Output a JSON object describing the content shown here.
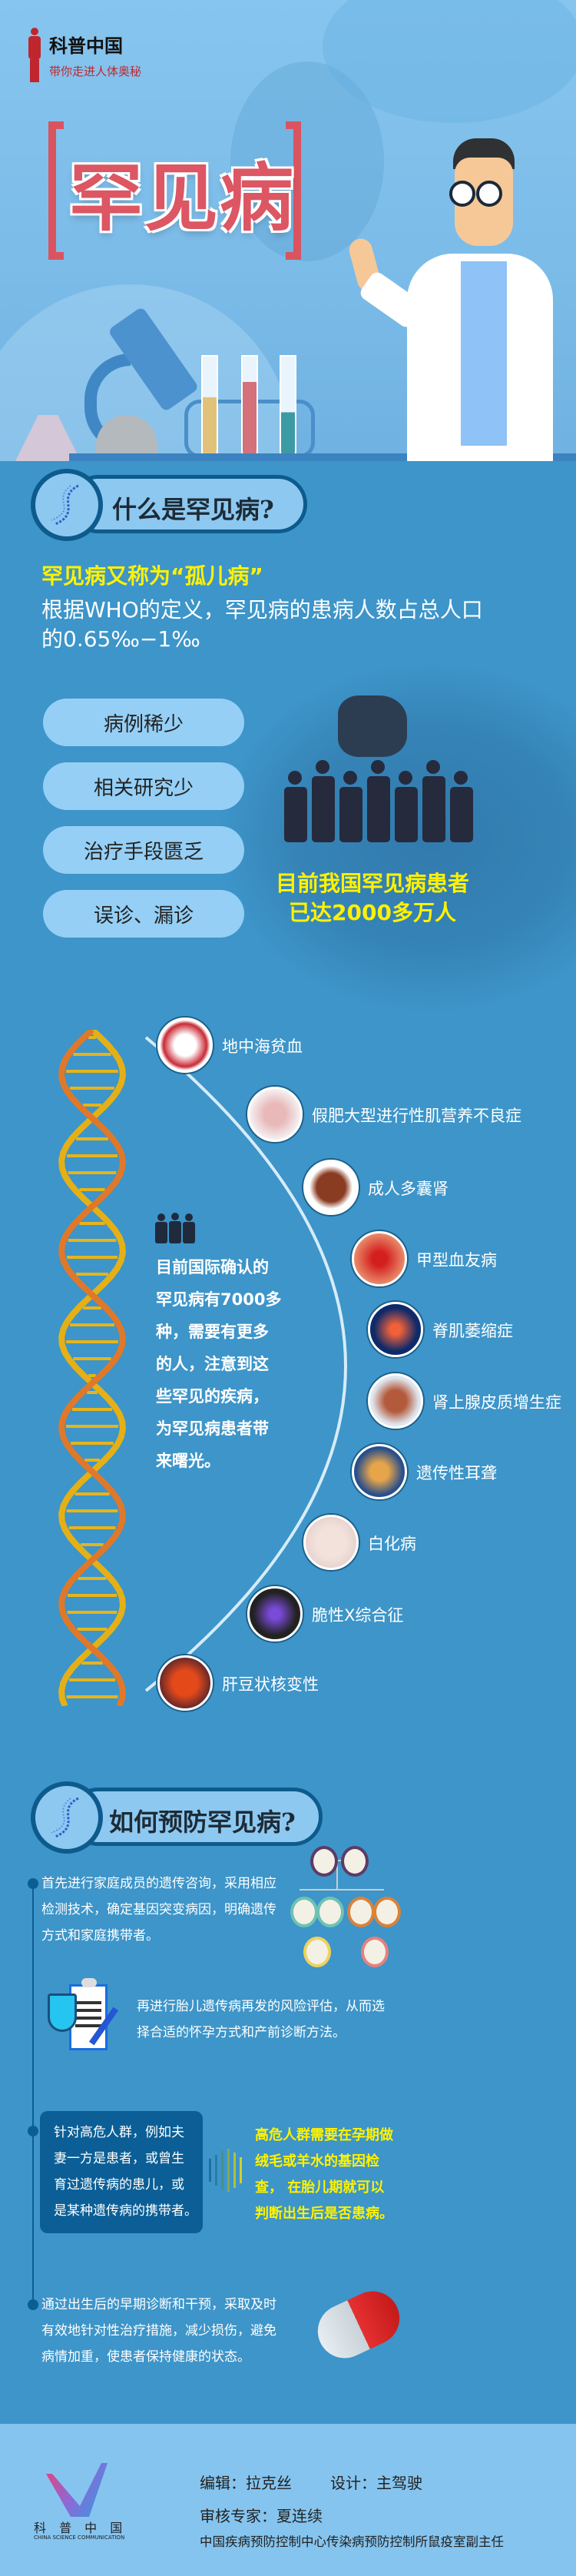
{
  "header": {
    "brand": "科普中国",
    "tagline": "带你走进人体奥秘",
    "title": "罕见病"
  },
  "section1": {
    "heading": "什么是罕见病?",
    "alias": "罕见病又称为“孤儿病”",
    "definition_line1": "根据WHO的定义，罕见病的患病人数占总人口",
    "definition_line2": "的0.65‰−1‰",
    "features": [
      "病例稀少",
      "相关研究少",
      "治疗手段匮乏",
      "误诊、漏诊"
    ],
    "stat_line1": "目前我国罕见病患者",
    "stat_line2": "已达2000多万人"
  },
  "section2": {
    "intro_lines": [
      "目前国际确认的",
      "罕见病有7000多",
      "种，需要有更多",
      "的人，注意到这",
      "些罕见的疾病，",
      "为罕见病患者带",
      "来曙光。"
    ],
    "diseases": [
      "地中海贫血",
      "假肥大型进行性肌营养不良症",
      "成人多囊肾",
      "甲型血友病",
      "脊肌萎缩症",
      "肾上腺皮质增生症",
      "遗传性耳聋",
      "白化病",
      "脆性X综合征",
      "肝豆状核变性"
    ]
  },
  "section3": {
    "heading": "如何预防罕见病?",
    "step1": [
      "首先进行家庭成员的遗传咨询，采用相应",
      "检测技术，确定基因突变病因，明确遗传",
      "方式和家庭携带者。"
    ],
    "step2": [
      "再进行胎儿遗传病再发的风险评估，从而选",
      "择合适的怀孕方式和产前诊断方法。"
    ],
    "step3": [
      "针对高危人群，例如夫",
      "妻一方是患者，或曾生",
      "育过遗传病的患儿，或",
      "是某种遗传病的携带者。"
    ],
    "step3_note": [
      "高危人群需要在孕期做",
      "绒毛或羊水的基因检",
      "查，  在胎儿期就可以",
      "判断出生后是否患病。"
    ],
    "step4": [
      "通过出生后的早期诊断和干预，采取及时",
      "有效地针对性治疗措施，减少损伤，避免",
      "病情加重，使患者保持健康的状态。"
    ]
  },
  "footer": {
    "logo_cn": "科 普 中 国",
    "logo_en": "CHINA SCIENCE COMMUNICATION",
    "editor": "编辑：拉克丝",
    "designer": "设计：主驾驶",
    "reviewer": "审核专家：夏连续",
    "reviewer_org": "中国疾病预防控制中心传染病预防控制所鼠疫室副主任"
  }
}
